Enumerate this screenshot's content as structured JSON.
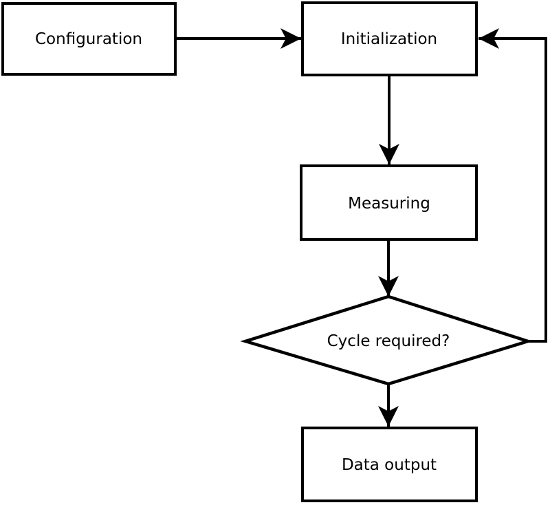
{
  "canvas": {
    "background_color": "#ffffff",
    "line_color": "#000000",
    "text_color": "#000000"
  },
  "nodes": {
    "configuration": {
      "label": "Configuration",
      "shape": "rect"
    },
    "initialization": {
      "label": "Initialization",
      "shape": "rect"
    },
    "measuring": {
      "label": "Measuring",
      "shape": "rect"
    },
    "cycle_required": {
      "label": "Cycle required?",
      "shape": "diamond"
    },
    "data_output": {
      "label": "Data output",
      "shape": "rect"
    }
  },
  "edges": [
    {
      "from": "configuration",
      "to": "initialization",
      "kind": "arrow"
    },
    {
      "from": "initialization",
      "to": "measuring",
      "kind": "arrow"
    },
    {
      "from": "measuring",
      "to": "cycle_required",
      "kind": "arrow"
    },
    {
      "from": "cycle_required",
      "to": "data_output",
      "kind": "arrow"
    },
    {
      "from": "cycle_required",
      "to": "initialization",
      "kind": "feedback-loop"
    }
  ]
}
